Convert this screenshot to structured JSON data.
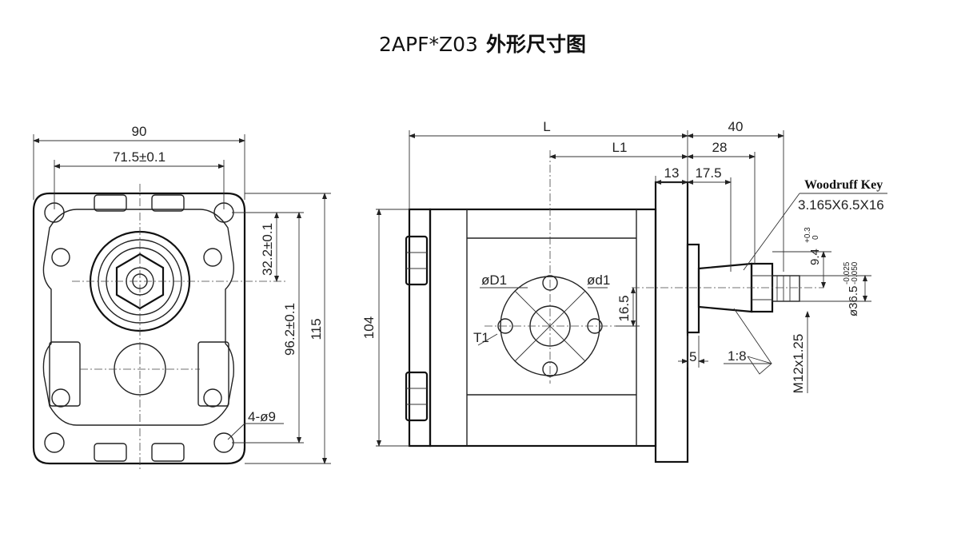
{
  "title": {
    "model": "2APF*Z03",
    "caption": "外形尺寸图"
  },
  "front_view": {
    "width": "90",
    "hole_spacing": "71.5±0.1",
    "height": "115",
    "bolt_spacing": "96.2±0.1",
    "port_offset": "32.2±0.1",
    "holes": "4-ø9"
  },
  "side_view": {
    "length": "L",
    "length_to_port": "L1",
    "shaft_length": "40",
    "shaft_key_length": "28",
    "flange_thickness": "13",
    "key_position": "17.5",
    "body_height": "104",
    "port_offset": "16.5",
    "port_d1": "øD1",
    "port_small_d1": "ød1",
    "port_thread": "T1",
    "key_label": "Woodruff Key",
    "key_spec": "3.165X6.5X16",
    "key_height": "9.4",
    "key_tol_upper": "+0.3",
    "key_tol_lower": "0",
    "pilot_diameter": "ø36.5",
    "pilot_tol_upper": "-0.025",
    "pilot_tol_lower": "-0.050",
    "pilot_length": "5",
    "taper": "1:8",
    "thread": "M12x1.25"
  }
}
